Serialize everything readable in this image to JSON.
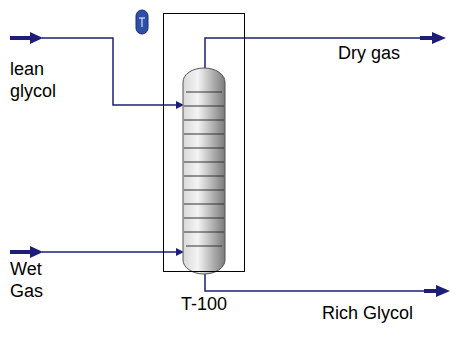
{
  "diagram": {
    "nodes": [
      {
        "text": [
          "T-100"
        ]
      }
    ],
    "labels": [
      "lean glycol",
      "Wet Gas",
      "Dry gas",
      "Rich Glycol"
    ]
  }
}
